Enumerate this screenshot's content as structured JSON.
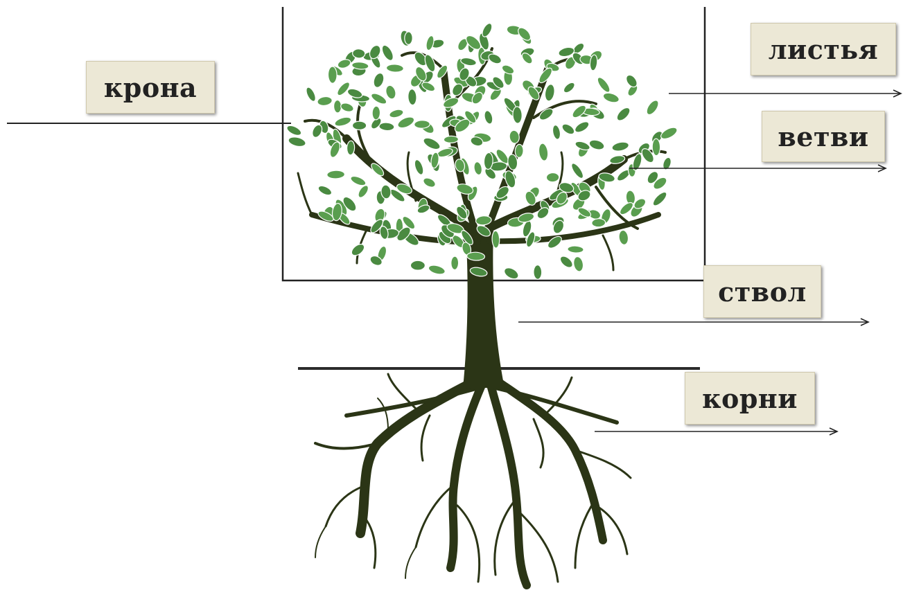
{
  "labels": {
    "crown": "крона",
    "leaves": "листья",
    "branches": "ветви",
    "trunk": "ствол",
    "roots": "корни"
  },
  "colors": {
    "leaf": "#5a9e4f",
    "leaf_dark": "#4a8a41",
    "wood": "#2b3516",
    "line": "#222222",
    "label_bg": "#ece8d6"
  }
}
